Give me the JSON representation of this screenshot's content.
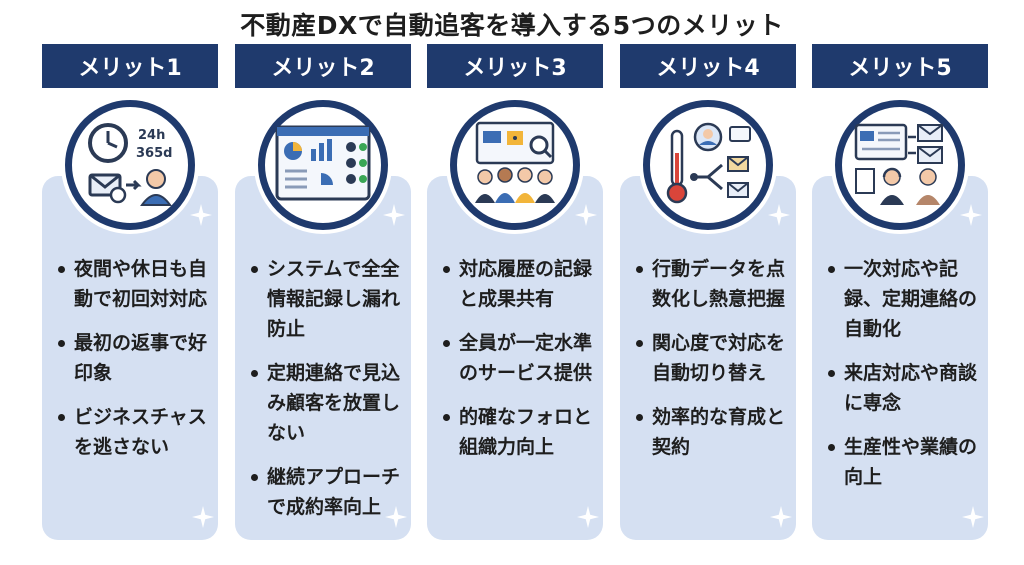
{
  "title": "不動産DXで自動追客を導入する5つのメリット",
  "colors": {
    "header": "#1f3a6d",
    "card": "#d5e0f2",
    "ring": "#1f3a6d"
  },
  "columns": [
    {
      "header": "メリット1",
      "icon": "clock-24h-icon",
      "icon_text": [
        "24h",
        "365d"
      ],
      "points": [
        "夜間や休日も自動で初回対対応",
        "最初の返事で好印象",
        "ビジネスチャスを逃さない"
      ]
    },
    {
      "header": "メリット2",
      "icon": "dashboard-system-icon",
      "points": [
        "システムで全全情報記録し漏れ防止",
        "定期連絡で見込み顧客を放置しない",
        "継続アプローチで成約率向上"
      ]
    },
    {
      "header": "メリット3",
      "icon": "team-sharing-icon",
      "points": [
        "対応履歴の記録と成果共有",
        "全員が一定水準のサービス提供",
        "的確なフォロと組織力向上"
      ]
    },
    {
      "header": "メリット4",
      "icon": "thermometer-routing-icon",
      "points": [
        "行動データを点数化し熱意把握",
        "関心度で対応を自動切り替え",
        "効率的な育成と契約"
      ]
    },
    {
      "header": "メリット5",
      "icon": "automation-consult-icon",
      "points": [
        "一次対応や記録、定期連絡の自動化",
        "来店対応や商談に専念",
        "生産性や業績の向上"
      ]
    }
  ]
}
